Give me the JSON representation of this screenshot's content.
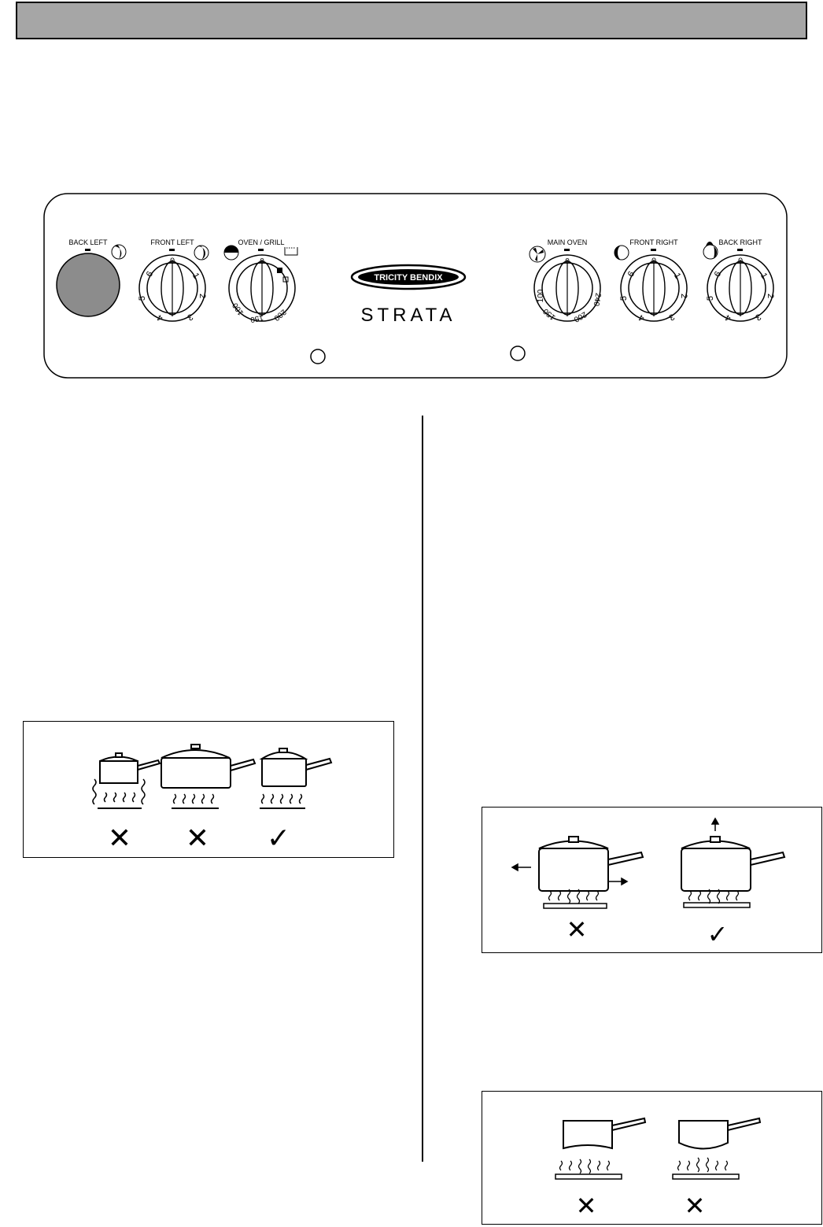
{
  "control_panel": {
    "knobs": [
      {
        "label": "BACK LEFT"
      },
      {
        "label": "FRONT LEFT",
        "scale": [
          "0",
          "1",
          "2",
          "3",
          "4",
          "5",
          "6"
        ]
      },
      {
        "label": "OVEN / GRILL",
        "scale": [
          "0",
          "100",
          "150",
          "200"
        ]
      },
      {
        "label": "MAIN OVEN",
        "scale": [
          "0",
          "100",
          "150",
          "200",
          "240"
        ]
      },
      {
        "label": "FRONT RIGHT",
        "scale": [
          "0",
          "1",
          "2",
          "3",
          "4",
          "5",
          "6"
        ]
      },
      {
        "label": "BACK RIGHT",
        "scale": [
          "0",
          "1",
          "2",
          "3",
          "4",
          "5",
          "6"
        ]
      }
    ],
    "brand": "TRICITY BENDIX",
    "model": "STRATA"
  },
  "figure_pan_size": {
    "marks": [
      "✕",
      "✕",
      "✓"
    ]
  },
  "figure_pan_lid": {
    "marks": [
      "✕",
      "✓"
    ]
  },
  "figure_pan_base": {
    "marks": [
      "✕",
      "✕"
    ]
  }
}
